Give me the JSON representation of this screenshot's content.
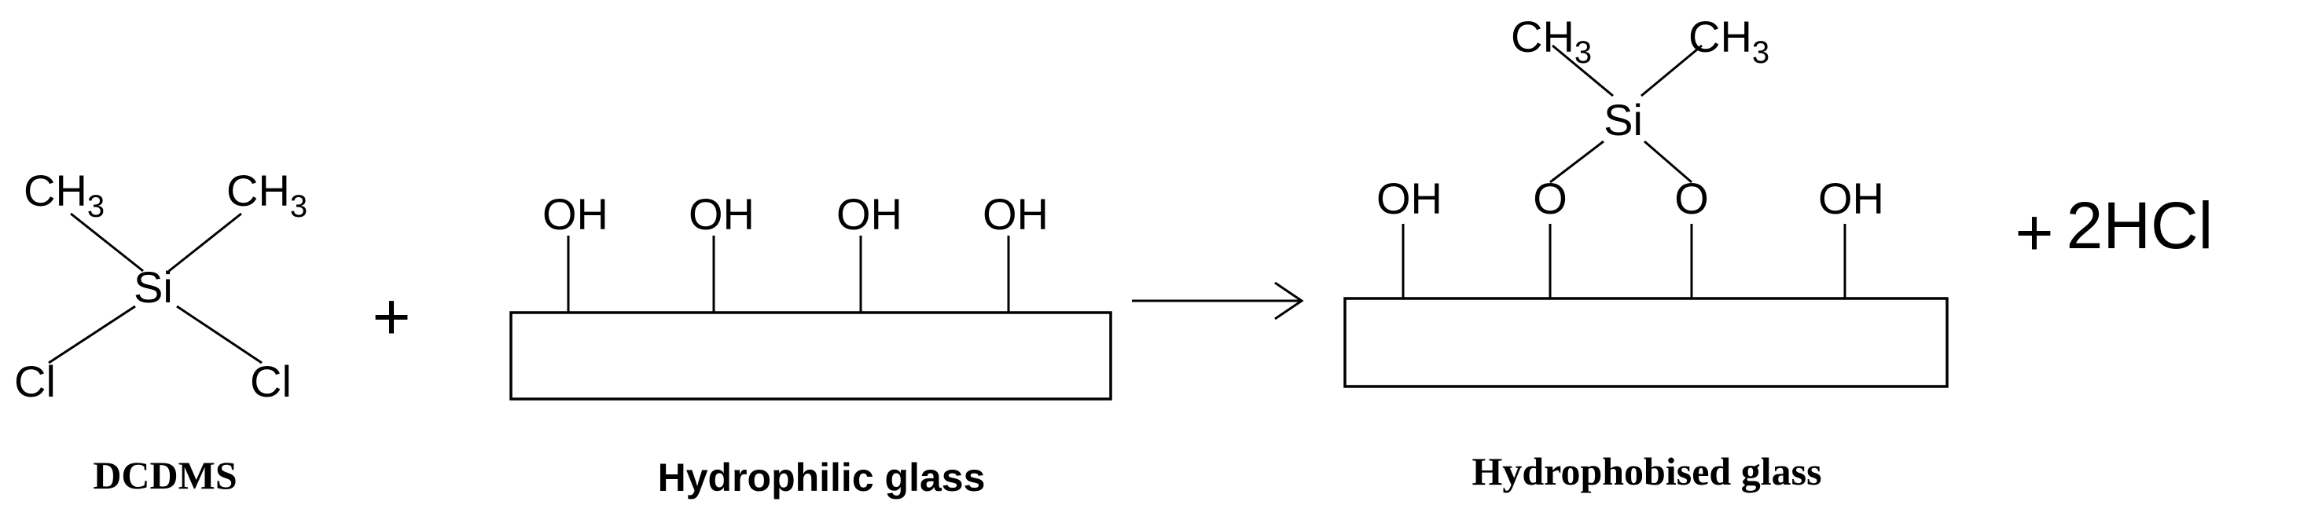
{
  "dcdms": {
    "methyl_left": "CH",
    "methyl_left_sub": "3",
    "methyl_right": "CH",
    "methyl_right_sub": "3",
    "silicon": "Si",
    "chlorine_left": "Cl",
    "chlorine_right": "Cl",
    "caption": "DCDMS"
  },
  "operators": {
    "plus_first": "+",
    "plus_second": "+"
  },
  "hydrophilic_glass": {
    "hydroxyls": [
      "OH",
      "OH",
      "OH",
      "OH"
    ],
    "caption": "Hydrophilic glass"
  },
  "hydrophobised_glass": {
    "hydroxyl_left": "OH",
    "oxygen_left": "O",
    "oxygen_right": "O",
    "hydroxyl_right": "OH",
    "silicon": "Si",
    "methyl_left": "CH",
    "methyl_left_sub": "3",
    "methyl_right": "CH",
    "methyl_right_sub": "3",
    "caption": "Hydrophobised glass"
  },
  "byproduct": {
    "formula": "2HCl"
  }
}
